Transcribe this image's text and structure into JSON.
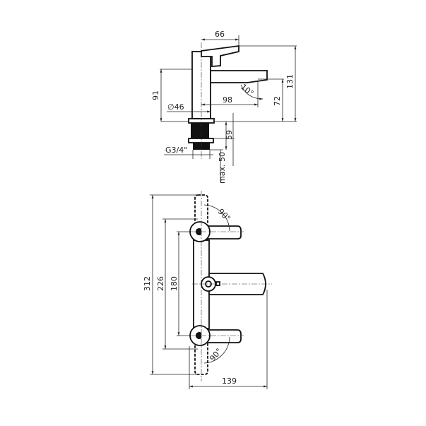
{
  "side_view": {
    "dims": {
      "d66": "66",
      "d131": "131",
      "d91": "91",
      "d72": "72",
      "d98": "98",
      "d46": "∅46",
      "d59": "59",
      "max50": "max. 50",
      "thread": "G3/4\"",
      "angle": "10°"
    }
  },
  "top_view": {
    "dims": {
      "d312": "312",
      "d226": "226",
      "d180": "180",
      "d139": "139",
      "angle_top": "90°",
      "angle_bottom": "90°"
    }
  }
}
